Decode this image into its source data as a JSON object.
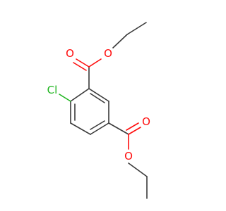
{
  "molecule": {
    "colors": {
      "carbon_bond": "#3a3a3a",
      "oxygen": "#ff0d0d",
      "chlorine": "#1fb51f",
      "background": "#ffffff"
    },
    "atoms": {
      "cl": "Cl",
      "o_carbonyl_top": "O",
      "o_ester_top": "O",
      "o_carbonyl_right": "O",
      "o_ester_bottom": "O"
    }
  }
}
